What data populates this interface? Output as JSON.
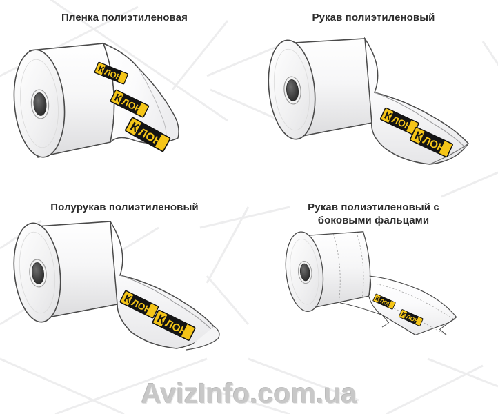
{
  "image": {
    "kind": "product-illustration-grid",
    "background_color": "#ffffff",
    "title_color": "#2b2b2b"
  },
  "panels": [
    {
      "id": "film",
      "title": "Пленка полиэтиленовая",
      "title_lines": [
        "Пленка полиэтиленовая"
      ],
      "art_name": "polyethylene-film-roll-illustration",
      "logo_count": 3
    },
    {
      "id": "sleeve",
      "title": "Рукав полиэтиленовый",
      "title_lines": [
        "Рукав полиэтиленовый"
      ],
      "art_name": "polyethylene-sleeve-roll-illustration",
      "logo_count": 2
    },
    {
      "id": "half-sleeve",
      "title": "Полурукав полиэтиленовый",
      "title_lines": [
        "Полурукав полиэтиленовый"
      ],
      "art_name": "polyethylene-half-sleeve-roll-illustration",
      "logo_count": 2
    },
    {
      "id": "sleeve-gussets",
      "title": "Рукав полиэтиленовый с боковыми фальцами",
      "title_lines": [
        "Рукав полиэтиленовый с",
        "боковыми фальцами"
      ],
      "art_name": "polyethylene-sleeve-with-side-gussets-illustration",
      "logo_count": 2
    }
  ],
  "brand_logo": {
    "text": "КЛОН",
    "yellow": "#f5c518",
    "black": "#141414"
  },
  "watermark": {
    "text": "AvizInfo.com.ua",
    "color": "#c8c8c8"
  },
  "colors": {
    "paper_light": "#fdfdfd",
    "paper_shade": "#e4e4e6",
    "outline": "#4a4a4a",
    "core_dark": "#3a3a3a",
    "bg_line": "#ececed"
  }
}
